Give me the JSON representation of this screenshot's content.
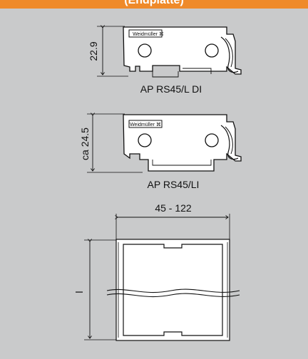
{
  "header": {
    "text": "(Endplatte)",
    "color": "#ef8a2a"
  },
  "drawing_1": {
    "dimension": "22.9",
    "caption": "AP RS45/L DI",
    "logo": "Weidmüller ⌘"
  },
  "drawing_2": {
    "dimension": "ca 24.5",
    "caption": "AP RS45/LI",
    "logo": "Weidmüller ⌘"
  },
  "drawing_3": {
    "width_dimension": "45 - 122",
    "height_dimension": "l"
  },
  "colors": {
    "background": "#c9cacb",
    "drawing_fill": "#ffffff",
    "line": "#111111"
  }
}
